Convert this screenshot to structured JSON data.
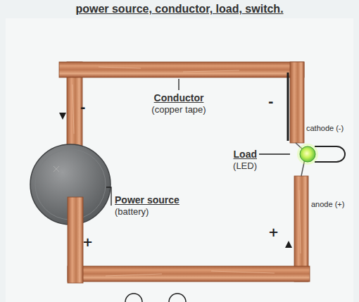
{
  "diagram": {
    "title": "power source, conductor, load, switch.",
    "labels": [
      "Conductor",
      "(copper tape)",
      "Power source",
      "(battery)",
      "Load",
      "(LED)",
      "cathode (-)",
      "anode (+)",
      "-",
      "+",
      "-",
      "+"
    ]
  }
}
